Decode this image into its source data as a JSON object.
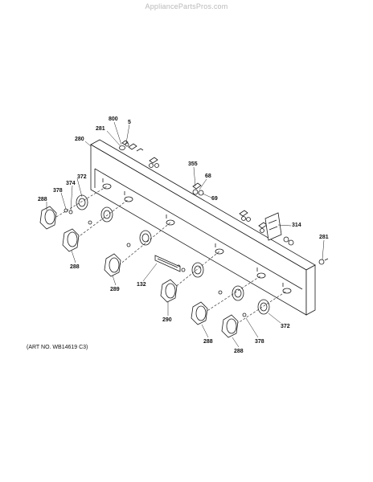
{
  "watermark": "AppliancePartsPros.com",
  "art_number": "(ART NO. WB14619 C3)",
  "callouts": [
    {
      "id": "c800",
      "label": "800"
    },
    {
      "id": "c281a",
      "label": "281"
    },
    {
      "id": "c5",
      "label": "5"
    },
    {
      "id": "c280",
      "label": "280"
    },
    {
      "id": "c355",
      "label": "355"
    },
    {
      "id": "c68",
      "label": "68"
    },
    {
      "id": "c69",
      "label": "69"
    },
    {
      "id": "c372a",
      "label": "372"
    },
    {
      "id": "c374",
      "label": "374"
    },
    {
      "id": "c378a",
      "label": "378"
    },
    {
      "id": "c288a",
      "label": "288"
    },
    {
      "id": "c314",
      "label": "314"
    },
    {
      "id": "c281b",
      "label": "281"
    },
    {
      "id": "c288b",
      "label": "288"
    },
    {
      "id": "c289",
      "label": "289"
    },
    {
      "id": "c132",
      "label": "132"
    },
    {
      "id": "c290",
      "label": "290"
    },
    {
      "id": "c372b",
      "label": "372"
    },
    {
      "id": "c288c",
      "label": "288"
    },
    {
      "id": "c378b",
      "label": "378"
    },
    {
      "id": "c288d",
      "label": "288"
    }
  ]
}
